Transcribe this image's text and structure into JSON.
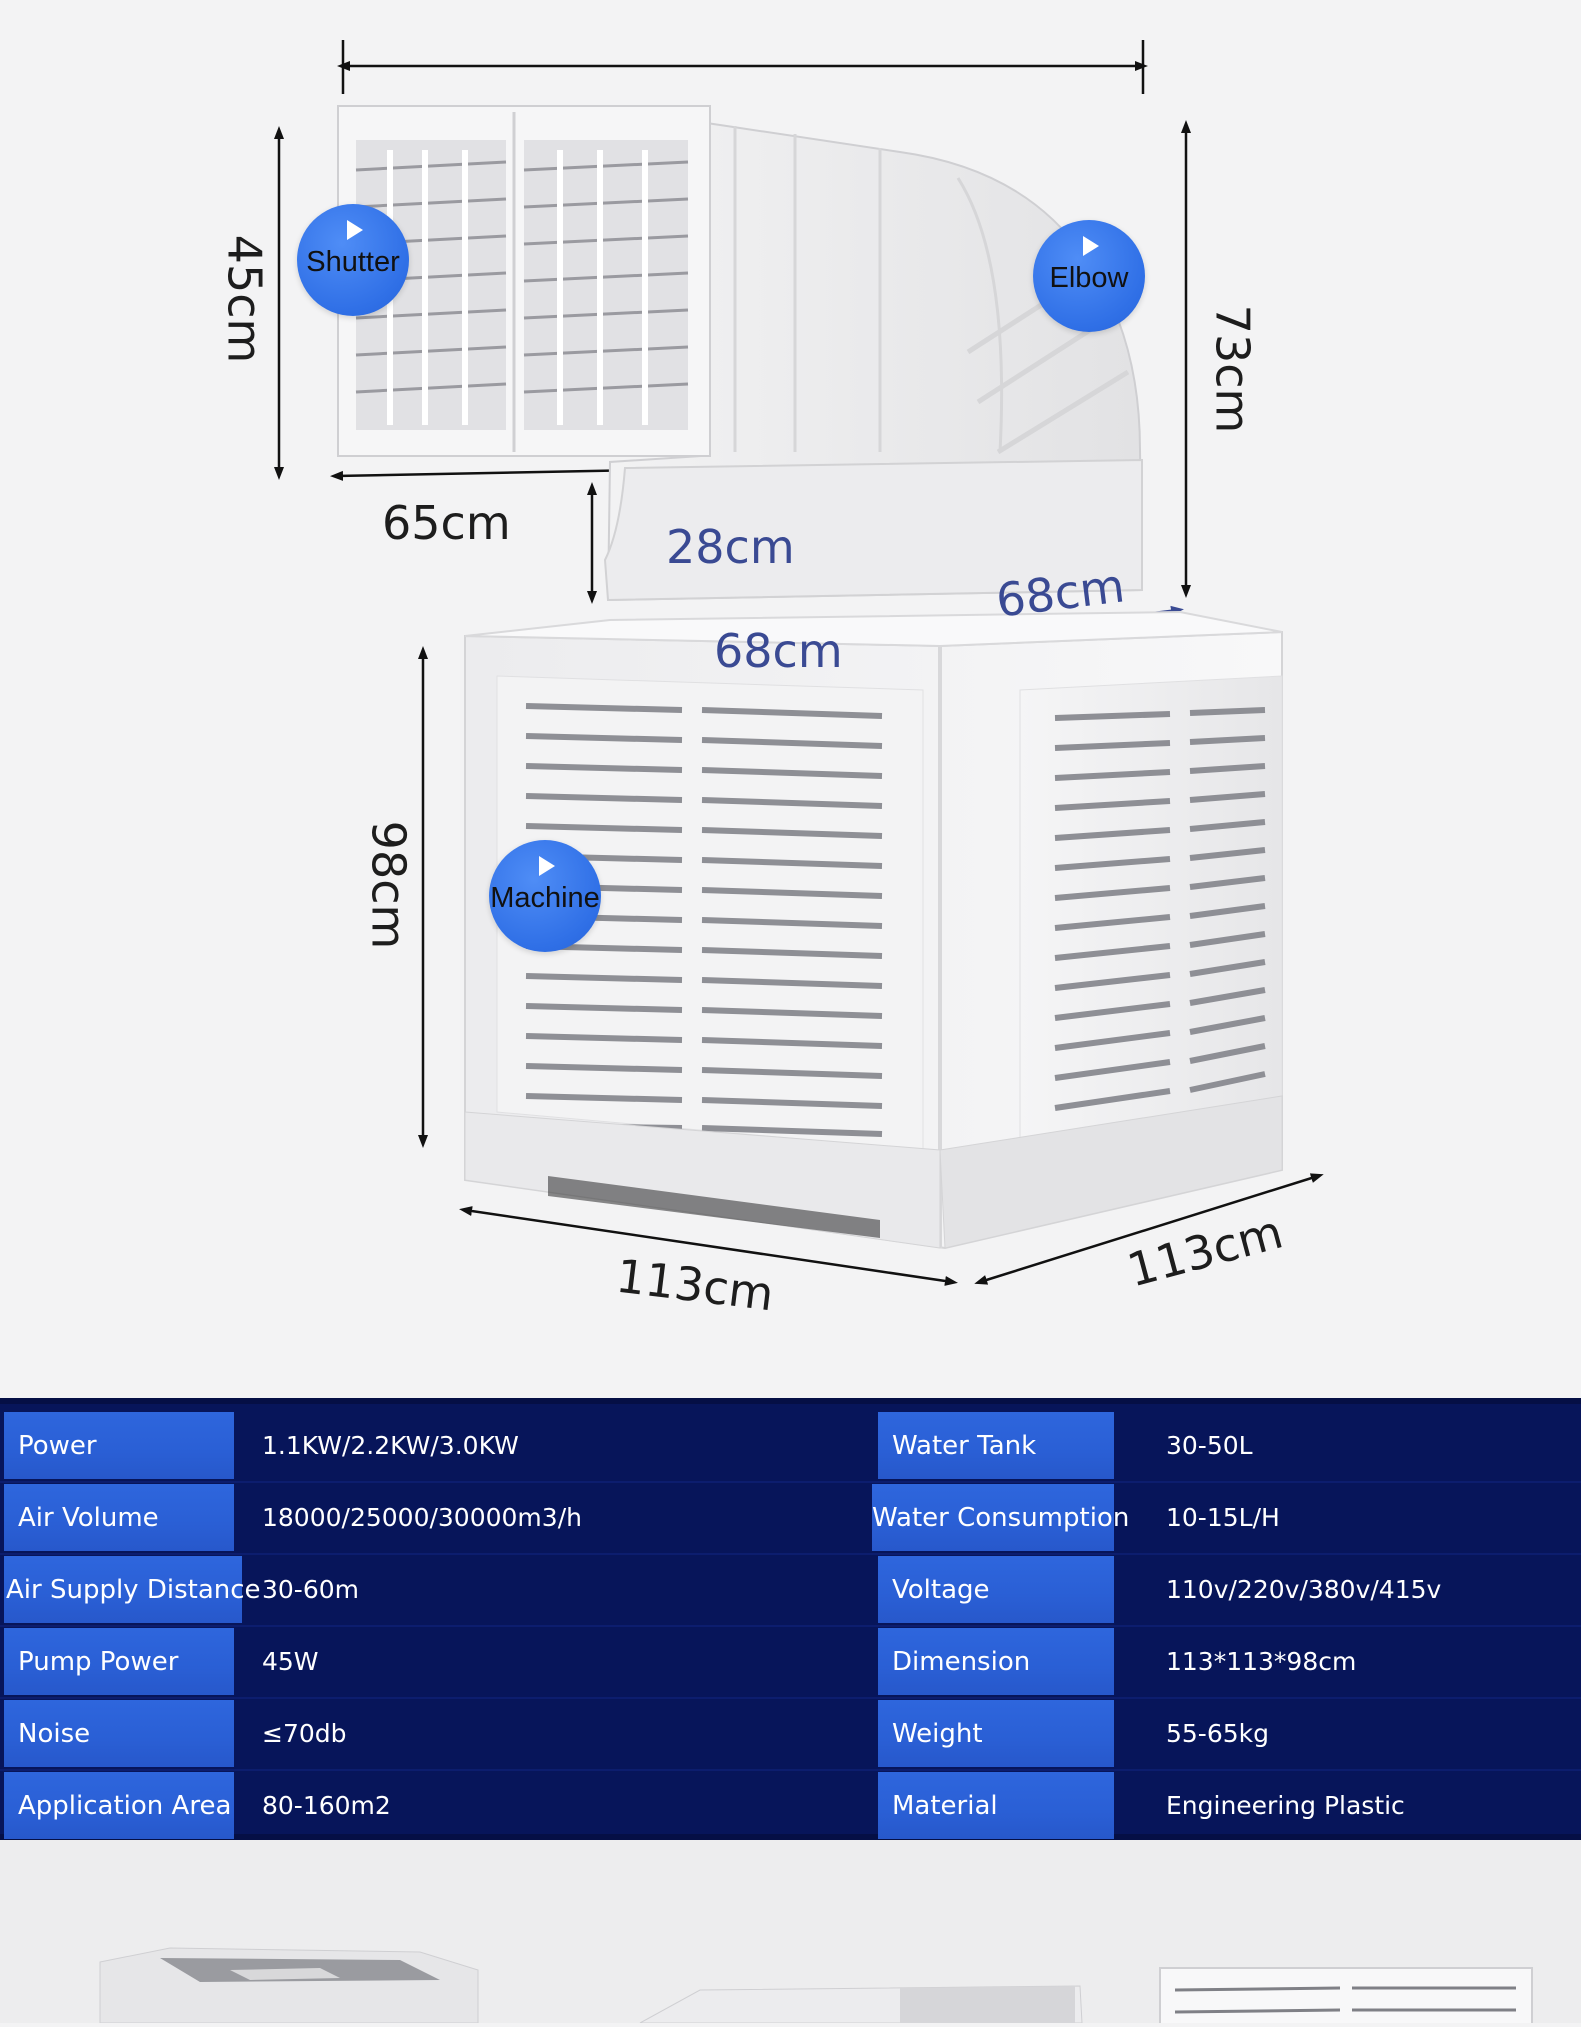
{
  "dimensions": {
    "shutter_height": "45cm",
    "shutter_width": "65cm",
    "elbow_height": "73cm",
    "neck_height": "28cm",
    "neck_width_front": "68cm",
    "neck_width_side": "68cm",
    "machine_height": "98cm",
    "machine_front": "113cm",
    "machine_side": "113cm"
  },
  "hotspots": {
    "shutter": "Shutter",
    "elbow": "Elbow",
    "machine": "Machine"
  },
  "colors": {
    "hotspot": "#2f6fe6",
    "table_bg": "#07155a",
    "label_bg": "#2e66dd",
    "dim_blue": "#3a4a93"
  },
  "specs": {
    "left": [
      {
        "label": "Power",
        "value": "1.1KW/2.2KW/3.0KW"
      },
      {
        "label": "Air Volume",
        "value": "18000/25000/30000m3/h"
      },
      {
        "label": "Air Supply Distance",
        "value": "30-60m"
      },
      {
        "label": "Pump Power",
        "value": "45W"
      },
      {
        "label": "Noise",
        "value": "≤70db"
      },
      {
        "label": "Application Area",
        "value": "80-160m2"
      }
    ],
    "right": [
      {
        "label": "Water Tank",
        "value": "30-50L"
      },
      {
        "label": "Water Consumption",
        "value": "10-15L/H"
      },
      {
        "label": "Voltage",
        "value": "110v/220v/380v/415v"
      },
      {
        "label": "Dimension",
        "value": "113*113*98cm"
      },
      {
        "label": "Weight",
        "value": "55-65kg"
      },
      {
        "label": "Material",
        "value": "Engineering Plastic"
      }
    ]
  }
}
